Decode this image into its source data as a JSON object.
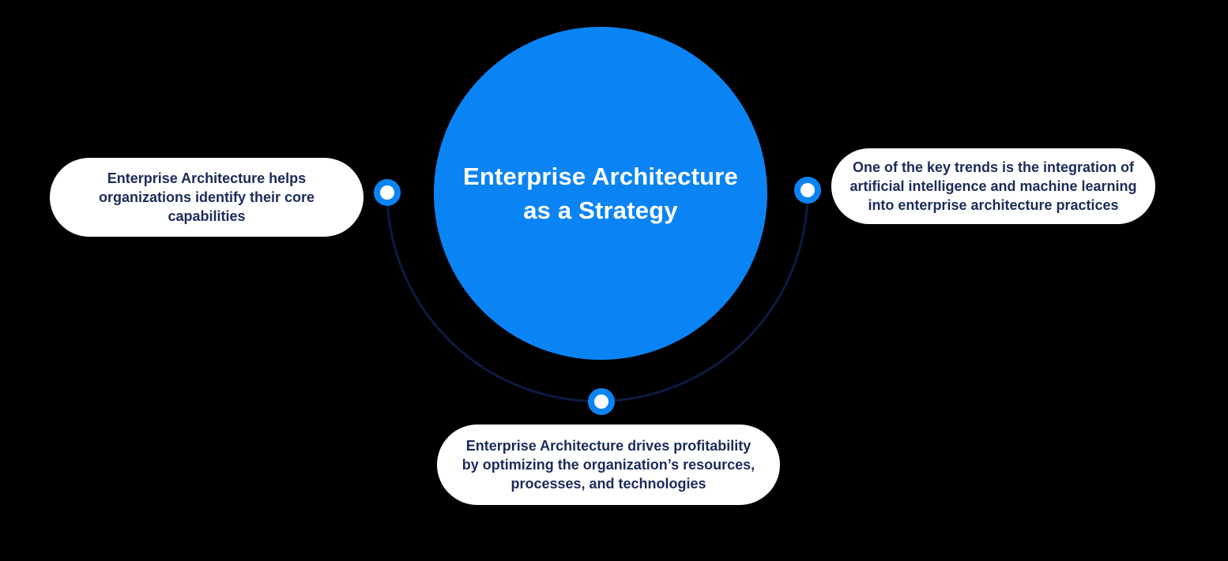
{
  "background_color": "#000000",
  "palette": {
    "accent_blue": "#0a84f5",
    "navy_text": "#1c2b5a",
    "connector_line": "#0d1b42",
    "node_background": "#ffffff",
    "center_text": "#ffffff"
  },
  "center": {
    "title": "Enterprise Architecture as a Strategy",
    "title_lines": [
      "Enterprise Architecture",
      "as a Strategy"
    ]
  },
  "nodes": [
    {
      "id": "left",
      "text": "Enterprise Architecture helps organizations identify their core capabilities",
      "lines": [
        "Enterprise Architecture helps",
        "organizations identify their core",
        "capabilities"
      ]
    },
    {
      "id": "right",
      "text": "One of the key trends is the integration of artificial intelligence and machine learning into enterprise architecture practices",
      "lines": [
        "One of the key trends is the integration of",
        "artificial intelligence and machine learning",
        "into enterprise architecture practices"
      ]
    },
    {
      "id": "bottom",
      "text": "Enterprise Architecture drives profitability by optimizing the organization’s resources, processes, and technologies",
      "lines": [
        "Enterprise Architecture drives profitability",
        "by optimizing the organization’s resources,",
        "processes, and technologies"
      ]
    }
  ]
}
